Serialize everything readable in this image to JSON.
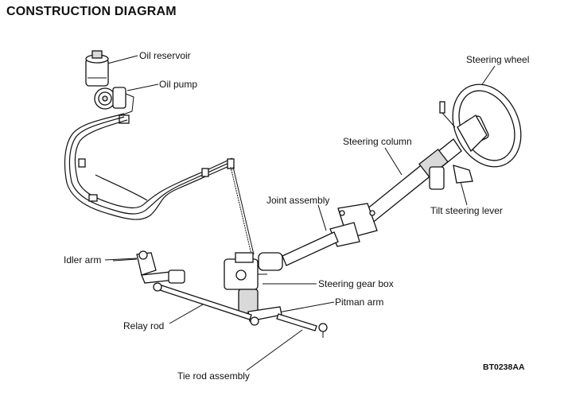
{
  "title": "CONSTRUCTION DIAGRAM",
  "labels": {
    "oil_reservoir": "Oil reservoir",
    "oil_pump": "Oil pump",
    "steering_wheel": "Steering wheel",
    "steering_column": "Steering column",
    "joint_assembly": "Joint assembly",
    "tilt_steering_lever": "Tilt steering lever",
    "idler_arm": "Idler arm",
    "steering_gear_box": "Steering gear box",
    "pitman_arm": "Pitman arm",
    "relay_rod": "Relay rod",
    "tie_rod_assembly": "Tie rod assembly"
  },
  "figure_code": "BT0238AA"
}
